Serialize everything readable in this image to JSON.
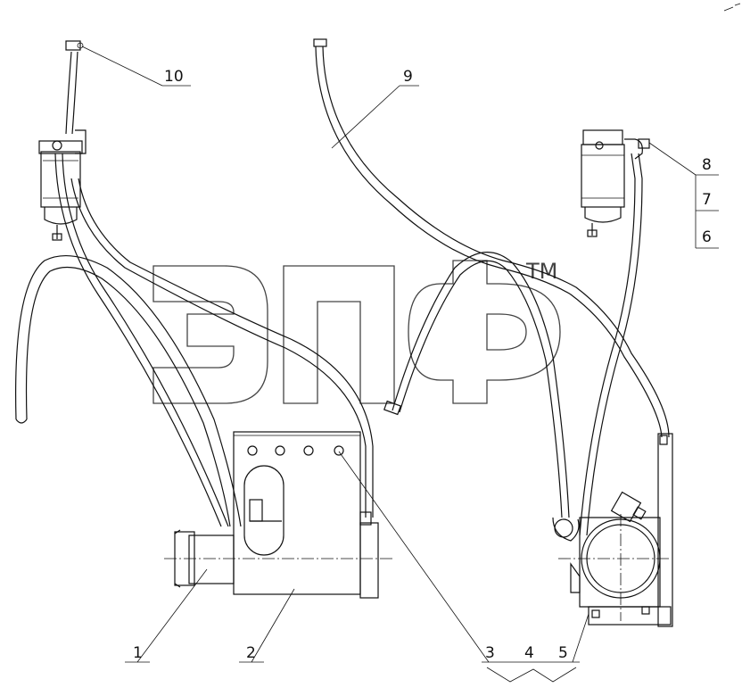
{
  "watermark": {
    "tm": "TM"
  },
  "callouts": [
    {
      "id": "c1",
      "label": "1"
    },
    {
      "id": "c2",
      "label": "2"
    },
    {
      "id": "c3",
      "label": "3"
    },
    {
      "id": "c4",
      "label": "4"
    },
    {
      "id": "c5",
      "label": "5"
    },
    {
      "id": "c6",
      "label": "6"
    },
    {
      "id": "c7",
      "label": "7"
    },
    {
      "id": "c8",
      "label": "8"
    },
    {
      "id": "c9",
      "label": "9"
    },
    {
      "id": "c10",
      "label": "10"
    }
  ]
}
